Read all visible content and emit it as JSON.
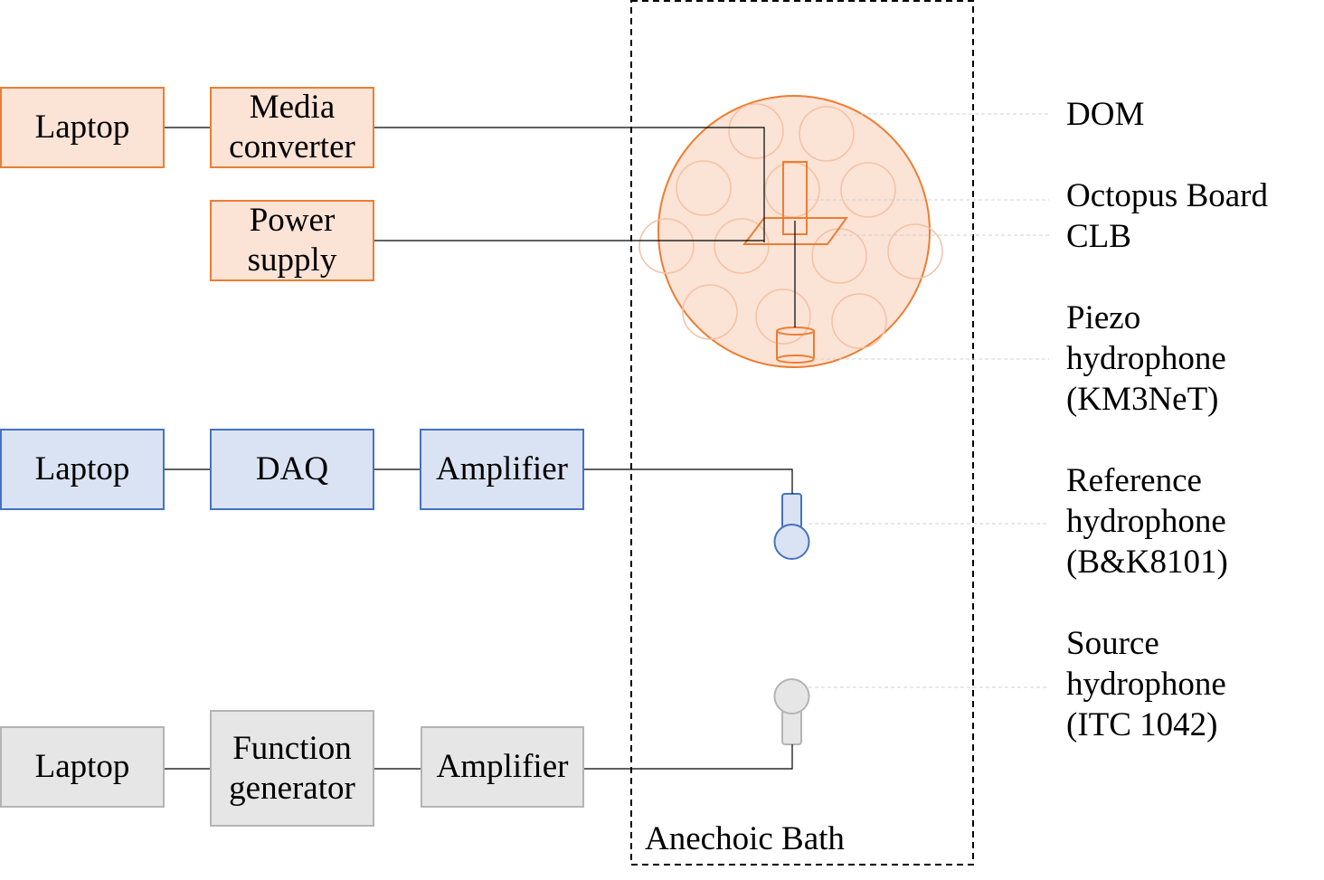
{
  "instruments": {
    "dom_chain": {
      "laptop": "Laptop",
      "media_converter": "Media\nconverter",
      "power_supply": "Power\nsupply"
    },
    "reference_chain": {
      "laptop": "Laptop",
      "daq": "DAQ",
      "amplifier": "Amplifier"
    },
    "source_chain": {
      "laptop": "Laptop",
      "function_generator": "Function\ngenerator",
      "amplifier": "Amplifier"
    }
  },
  "bath": {
    "label": "Anechoic Bath"
  },
  "callouts": {
    "dom": "DOM",
    "octopus_board": "Octopus Board",
    "clb": "CLB",
    "piezo": "Piezo\nhydrophone\n(KM3NeT)",
    "reference": "Reference\nhydrophone\n(B&K8101)",
    "source": "Source\nhydrophone\n(ITC 1042)"
  },
  "colors": {
    "dom_fill": "#fbe3d6",
    "dom_stroke": "#ed7d31",
    "reference_fill": "#dae3f3",
    "reference_stroke": "#4472c4",
    "source_fill": "#e7e6e6",
    "source_stroke": "#b4b4b4"
  }
}
